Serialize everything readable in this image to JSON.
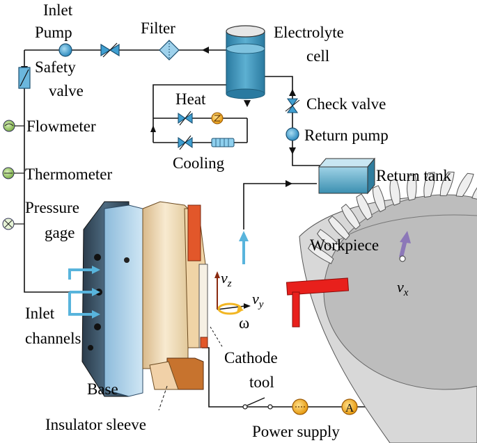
{
  "labels": {
    "inlet": "Inlet",
    "pump": "Pump",
    "filter": "Filter",
    "electrolyte": "Electrolyte",
    "cell": "cell",
    "safety": "Safety",
    "valve": "valve",
    "heat": "Heat",
    "check_valve": "Check valve",
    "flowmeter": "Flowmeter",
    "return_pump": "Return pump",
    "cooling": "Cooling",
    "thermometer": "Thermometer",
    "return_tank": "Return tank",
    "pressure": "Pressure",
    "gage": "gage",
    "workpiece": "Workpiece",
    "inlet_ch1": "Inlet",
    "inlet_ch2": "channels",
    "cathode": "Cathode",
    "tool": "tool",
    "base": "Base",
    "insulator_sleeve": "Insulator sleeve",
    "power_supply": "Power supply",
    "ammeter": "A",
    "vz": "v",
    "vz_sub": "z",
    "vy": "v",
    "vy_sub": "y",
    "vx": "v",
    "vx_sub": "x",
    "omega": "ω"
  },
  "colors": {
    "electrolyte": "#3d90b5",
    "meter": "#9ccc65",
    "pump": "#3f9fd1",
    "heater": "#f28b2b",
    "power": "#f5b325",
    "cathode_orange": "#e2572a",
    "workpiece": "#cfcfcf",
    "highlight_red": "#e8201c",
    "base_blue": "#a9d0e8",
    "tool_beige": "#f3dfb8"
  }
}
